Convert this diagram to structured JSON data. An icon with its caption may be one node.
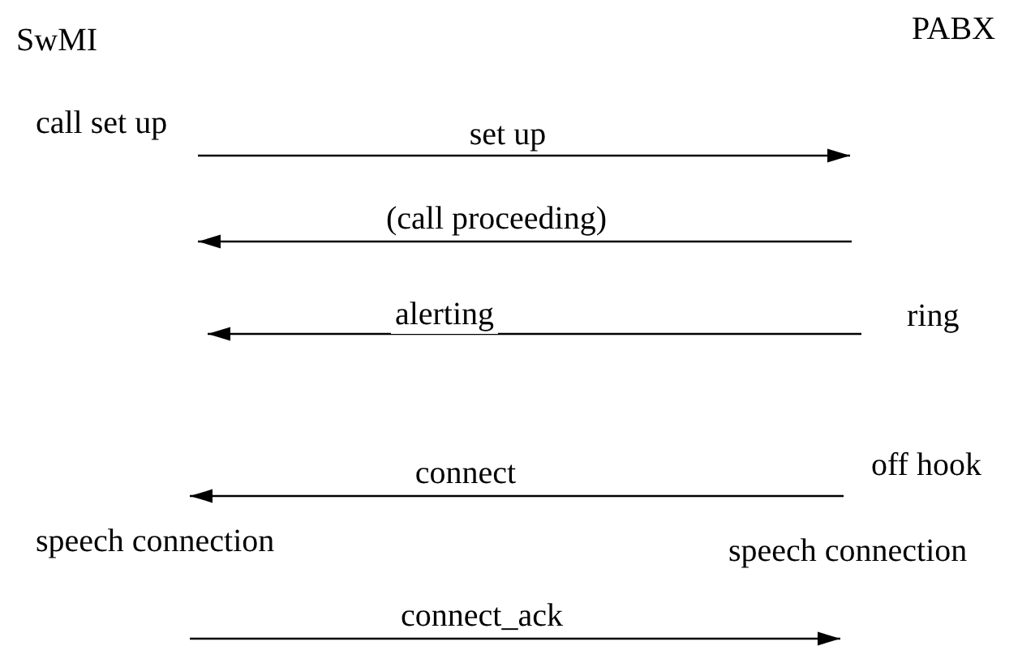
{
  "diagram": {
    "nodes": [
      {
        "text": [
          "SwMI"
        ]
      },
      {
        "text": [
          "PABX"
        ]
      },
      {
        "text": [
          "call set up"
        ]
      },
      {
        "text": [
          "ring"
        ]
      },
      {
        "text": [
          "off hook"
        ]
      },
      {
        "text": [
          "speech connection"
        ]
      },
      {
        "text": [
          "speech connection"
        ]
      }
    ],
    "edges": [
      {
        "from": 2,
        "to": null,
        "arrow": "to",
        "label": "set up"
      },
      {
        "from": null,
        "to": 2,
        "arrow": "to",
        "label": "(call proceeding)"
      },
      {
        "from": 3,
        "to": null,
        "arrow": "to",
        "label": "alerting"
      },
      {
        "from": 4,
        "to": 5,
        "arrow": "to",
        "label": "connect"
      },
      {
        "from": 5,
        "to": null,
        "arrow": "to",
        "label": "connect_ack"
      }
    ]
  }
}
